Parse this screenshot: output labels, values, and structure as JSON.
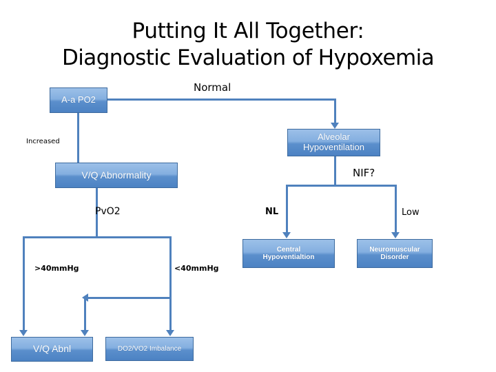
{
  "slide": {
    "title_line1": "Putting It All Together:",
    "title_line2": "Diagnostic Evaluation of Hypoxemia",
    "accent_color": "#4F81BD",
    "node_fill_top": "#9CC0E8",
    "node_fill_bottom": "#4C82C3",
    "node_border_color": "#3C6A9E",
    "node_text_color": "#FFFFFF",
    "label_text_color": "#000000"
  },
  "nodes": {
    "aa_po2": "A-a PO2",
    "alveolar_hypoventilation": "Alveolar\nHypoventilation",
    "alveolar_hypoventilation_line1": "Alveolar",
    "alveolar_hypoventilation_line2": "Hypoventilation",
    "vq_abnormality": "V/Q Abnormality",
    "central_hypoventialtion_line1": "Central",
    "central_hypoventialtion_line2": "Hypoventialtion",
    "neuromuscular_disorder_line1": "Neuromuscular",
    "neuromuscular_disorder_line2": "Disorder",
    "vq_abnl": "V/Q Abnl",
    "do2_vo2_imbalance": "DO2/VO2 Imbalance"
  },
  "edge_labels": {
    "normal": "Normal",
    "increased": "Increased",
    "nif": "NIF?",
    "pvo2": "PvO2",
    "nl": "NL",
    "low": "Low",
    "gt_40mmhg": ">40mmHg",
    "lt_40mmhg": "<40mmHg"
  }
}
